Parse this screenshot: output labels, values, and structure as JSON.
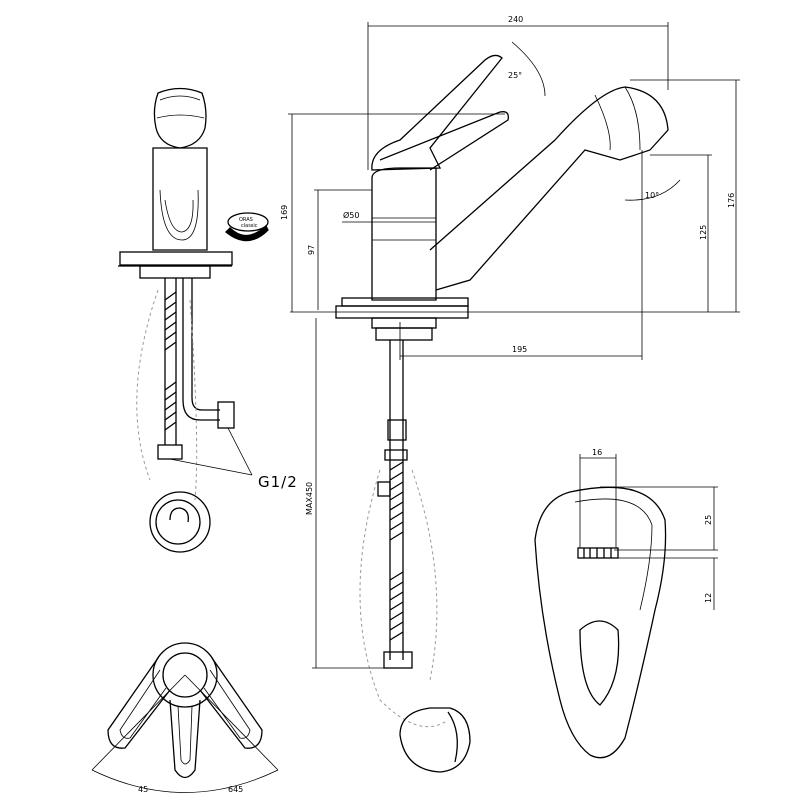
{
  "dimensions": {
    "width_overall": "240",
    "handle_angle": "25°",
    "spout_angle": "10°",
    "height_total": "169",
    "height_right": "176",
    "height_spout": "125",
    "body_height": "97",
    "body_diameter": "Ø50",
    "spout_reach": "195",
    "hose_length": "MAX450",
    "lever_width": "16",
    "lever_depth": "25",
    "lever_offset": "12",
    "rotation_left": "45",
    "rotation_right": "645"
  },
  "labels": {
    "connection_thread": "G1/2",
    "logo_text": "ORAS",
    "logo_subtext": "classic"
  }
}
